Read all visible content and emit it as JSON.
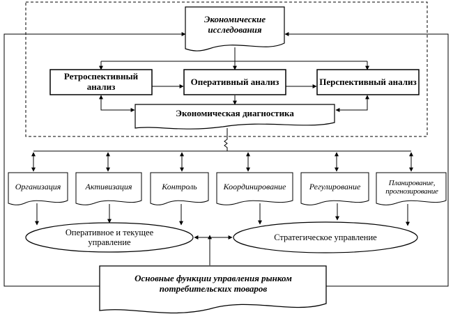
{
  "top": {
    "economic_research": "Экономические исследования"
  },
  "analysis": {
    "retrospective": "Ретроспективный анализ",
    "operational": "Оперативный анализ",
    "prospective": "Перспективный анализ"
  },
  "diagnostics": "Экономическая диагностика",
  "functions": [
    "Организация",
    "Активизация",
    "Контроль",
    "Координирование",
    "Регулирование",
    "Планирование, прогнозирование"
  ],
  "management": {
    "operational_current": "Оперативное и текущее управление",
    "strategic": "Стратегическое управление"
  },
  "bottom": {
    "main_functions": "Основные функции управления рынком потребительских товаров"
  },
  "colors": {
    "stroke": "#000000",
    "fill": "#ffffff"
  }
}
